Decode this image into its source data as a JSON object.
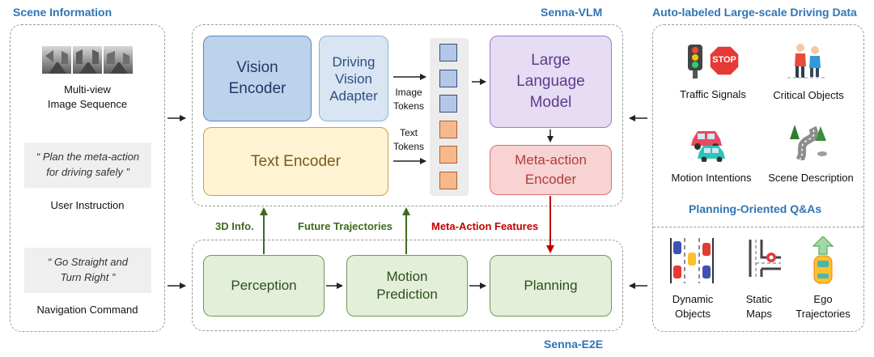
{
  "scene": {
    "title": "Scene Information",
    "image_label": "Multi-view\nImage Sequence",
    "instruction_quote": "“ Plan the meta-action\nfor driving safely ”",
    "instruction_label": "User Instruction",
    "nav_quote": "“ Go Straight and\nTurn Right ”",
    "nav_label": "Navigation Command"
  },
  "vlm": {
    "title": "Senna-VLM",
    "vision_encoder": "Vision\nEncoder",
    "adapter": "Driving\nVision\nAdapter",
    "text_encoder": "Text Encoder",
    "image_tokens": "Image\nTokens",
    "text_tokens": "Text\nTokens",
    "llm": "Large\nLanguage\nModel",
    "meta_encoder": "Meta-action\nEncoder"
  },
  "flows": {
    "info3d": "3D Info.",
    "future": "Future Trajectories",
    "meta_features": "Meta-Action Features"
  },
  "e2e": {
    "title": "Senna-E2E",
    "perception": "Perception",
    "motion": "Motion\nPrediction",
    "planning": "Planning"
  },
  "data_panel": {
    "title": "Auto-labeled Large-scale Driving Data",
    "traffic": "Traffic Signals",
    "critical": "Critical Objects",
    "motion": "Motion Intentions",
    "scene": "Scene Description",
    "stop_sign": "STOP",
    "qa_title": "Planning-Oriented Q&As",
    "dynamic": "Dynamic\nObjects",
    "static": "Static\nMaps",
    "ego": "Ego\nTrajectories"
  },
  "colors": {
    "title_blue": "#2f75b6",
    "flow_green": "#3e6b1f",
    "flow_red": "#c00000"
  }
}
